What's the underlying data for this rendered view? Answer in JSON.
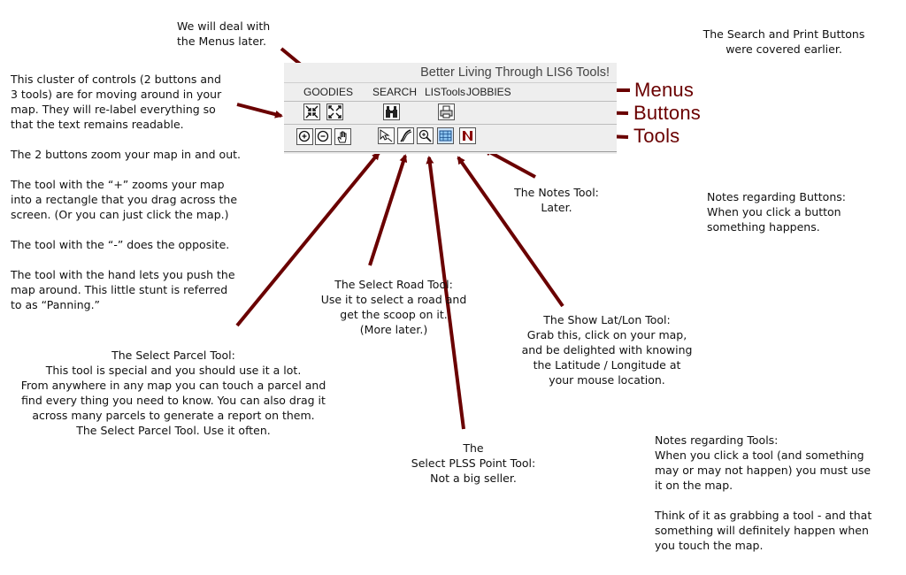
{
  "toolbar": {
    "title": "Better Living Through LIS6 Tools!",
    "menus": [
      "GOODIES",
      "SEARCH",
      "LISTools",
      "JOBBIES"
    ]
  },
  "labels": {
    "menus": "Menus",
    "buttons": "Buttons",
    "tools": "Tools"
  },
  "notes": {
    "menus_later": "We will deal with\nthe Menus later.",
    "search_print": "The Search and Print Buttons\nwere covered earlier.",
    "cluster": "This cluster of controls (2 buttons and\n3 tools) are for moving around in your\nmap.  They will re-label everything so\nthat the text remains readable.\n\nThe 2 buttons zoom your map in and out.\n\nThe tool with the “+” zooms your map\ninto a rectangle that you drag across the\nscreen.  (Or you can just click the map.)\n\nThe tool with the “-” does the opposite.\n\nThe tool with the hand lets you push the\nmap around.  This little stunt is referred\nto as “Panning.”",
    "notes_tool": "The Notes Tool:\nLater.",
    "notes_buttons": "Notes regarding Buttons:\nWhen you click a button\nsomething happens.",
    "select_road": "The Select Road Tool:\nUse it to select a road and\nget the scoop on it.\n(More later.)",
    "show_latlon": "The Show Lat/Lon Tool:\nGrab this, click on your map,\nand be delighted with knowing\nthe Latitude / Longitude at\nyour mouse location.",
    "select_parcel": "The Select Parcel Tool:\nThis tool is special and you should use it a lot.\nFrom anywhere in any map you can touch a parcel and\nfind every thing you need to know.  You can also drag it\nacross many parcels to generate a report on them.\nThe Select Parcel Tool.  Use it often.",
    "select_plss": "The\nSelect PLSS Point Tool:\nNot a big seller.",
    "notes_tools": "Notes regarding Tools:\nWhen you click a tool (and something\nmay or may not happen) you must use\nit on the map.\n\nThink of it as grabbing a tool - and that\nsomething will definitely happen when\nyou touch the map."
  },
  "colors": {
    "arrow": "#6a0000",
    "label": "#6a0000"
  },
  "icons": {
    "buttons": [
      "zoom-out-button-icon",
      "zoom-in-button-icon",
      "search-binoculars-icon",
      "print-icon"
    ],
    "tools": [
      "zoom-in-tool-icon",
      "zoom-out-tool-icon",
      "pan-hand-icon",
      "select-parcel-icon",
      "select-road-icon",
      "select-plss-point-icon",
      "show-latlon-icon",
      "notes-icon"
    ]
  }
}
